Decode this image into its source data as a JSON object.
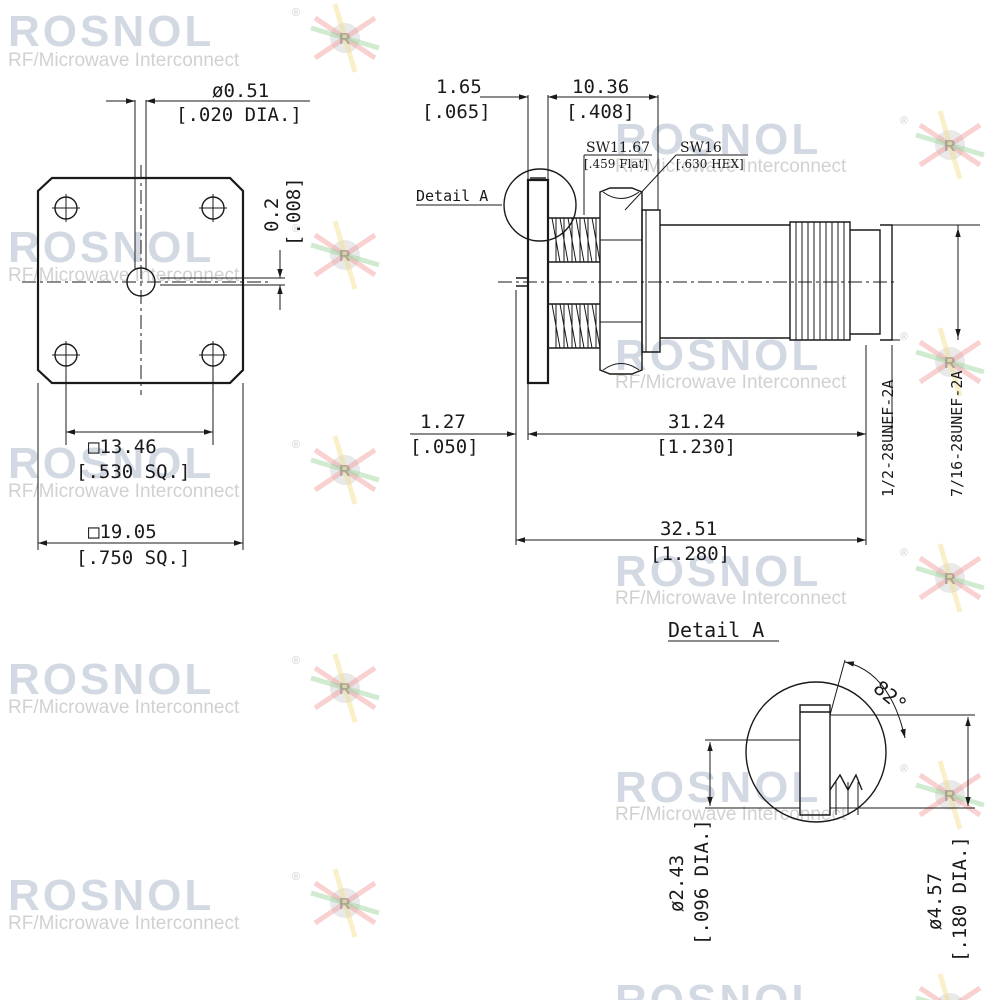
{
  "watermark": {
    "brand": "ROSNOL",
    "tagline": "RF/Microwave Interconnect",
    "registered": "®",
    "logo_icon": "rosnol-r-logo-icon"
  },
  "front_view": {
    "pin_dia": "ø0.51",
    "pin_dia_in": "[.020 DIA.]",
    "pin_offset": "0.2",
    "pin_offset_in": "[.008]",
    "hole_spacing": "□13.46",
    "hole_spacing_in": "[.530 SQ.]",
    "flange_size": "□19.05",
    "flange_size_in": "[.750 SQ.]"
  },
  "side_view": {
    "flange_thk": "1.65",
    "flange_thk_in": "[.065]",
    "thread_len": "10.36",
    "thread_len_in": "[.408]",
    "sw_flat": "SW11.67",
    "sw_flat_in": "[.459 Flat]",
    "sw_hex": "SW16",
    "sw_hex_in": "[.630 HEX]",
    "detail_label": "Detail A",
    "pin_ext": "1.27",
    "pin_ext_in": "[.050]",
    "body_len": "31.24",
    "body_len_in": "[1.230]",
    "overall_len": "32.51",
    "overall_len_in": "[1.280]",
    "thread1": "1/2-28UNEF-2A",
    "thread2": "7/16-28UNEF-2A"
  },
  "detail_a": {
    "title": "Detail A",
    "angle": "82°",
    "dia_small": "ø2.43",
    "dia_small_in": "[.096 DIA.]",
    "dia_large": "ø4.57",
    "dia_large_in": "[.180 DIA.]"
  }
}
